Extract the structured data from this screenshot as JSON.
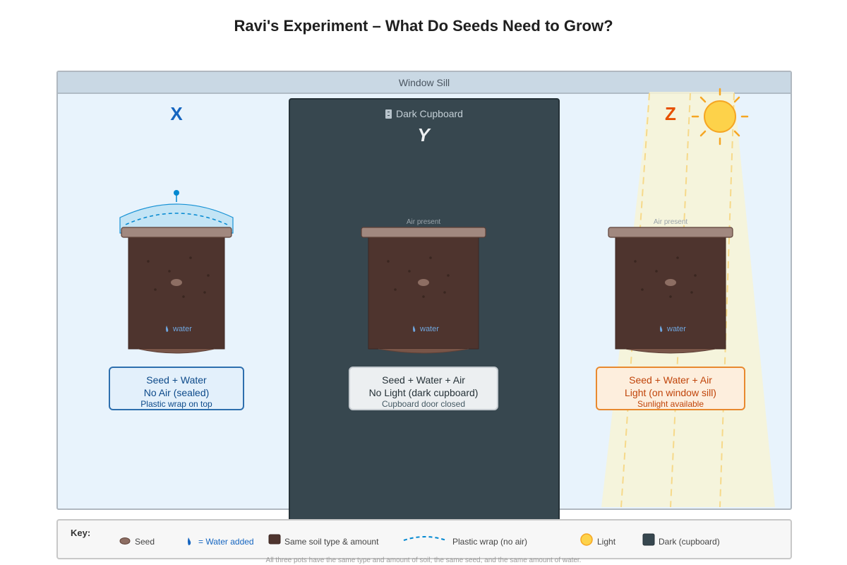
{
  "title": "Ravi's Experiment – What Do Seeds Need to Grow?",
  "sill_label": "Window Sill",
  "cupboard_label": "Dark Cupboard",
  "pots": [
    {
      "letter": "X",
      "air_label": "",
      "water_label": "water",
      "caption": {
        "line1": "Seed + Water",
        "line2": "No Air (sealed)",
        "line3": "Plastic wrap on top"
      }
    },
    {
      "letter": "Y",
      "air_label": "Air present",
      "water_label": "water",
      "caption": {
        "line1": "Seed + Water + Air",
        "line2": "No Light (dark cupboard)",
        "line3": "Cupboard door closed"
      }
    },
    {
      "letter": "Z",
      "air_label": "Air present",
      "water_label": "water",
      "caption": {
        "line1": "Seed + Water + Air",
        "line2": "Light (on window sill)",
        "line3": "Sunlight available"
      }
    }
  ],
  "key": {
    "title": "Key:",
    "items": {
      "seed": "Seed",
      "water": "= Water added",
      "soil": "Same soil type & amount",
      "wrap": "Plastic wrap (no air)",
      "light": "Light",
      "dark": "Dark (cupboard)"
    }
  },
  "footnote": "All three pots have the same type and amount of soil, the same seed, and the same amount of water.",
  "colors": {
    "soil": "#4e342e",
    "pot_rim": "#a1887f",
    "seed": "#8d6e63",
    "cupboard": "#37474f",
    "sun": "#fdd24a",
    "sun_stroke": "#f5a623",
    "plastic_wrap": "#0288d1",
    "accent_x": "#1565c0",
    "accent_z": "#e65100"
  },
  "icons": [
    "cupboard-icon",
    "sun-icon",
    "water-drop-icon",
    "seed-icon",
    "plastic-wrap-icon"
  ]
}
